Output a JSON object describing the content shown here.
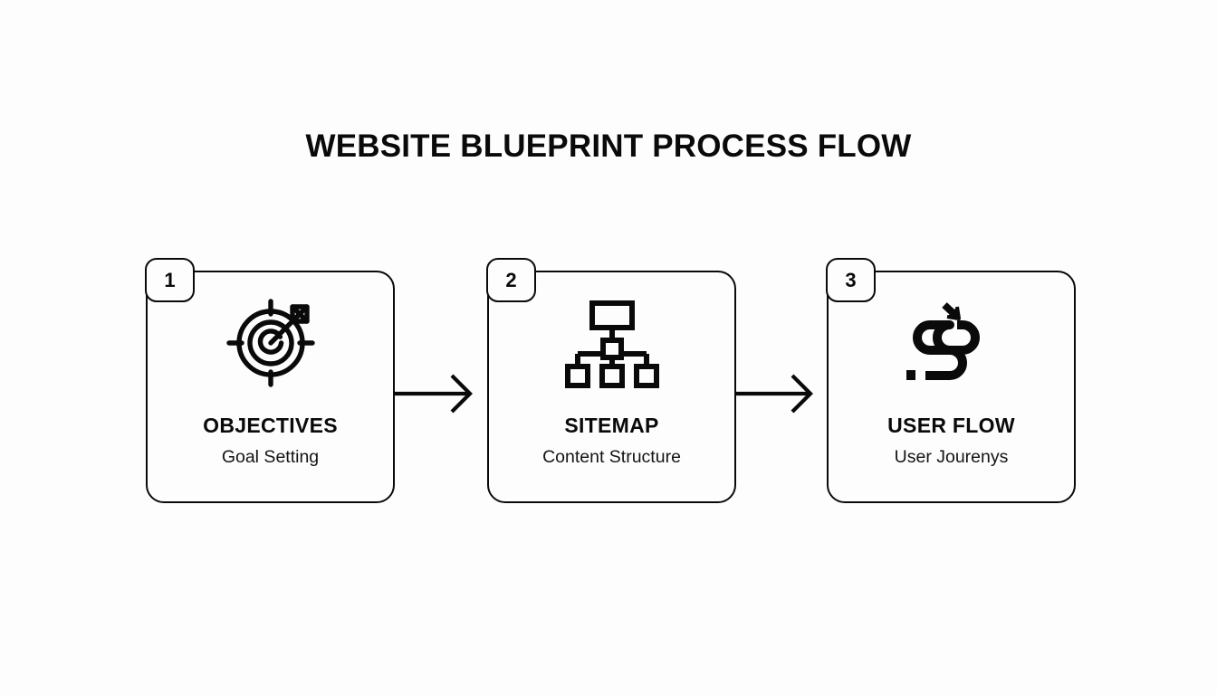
{
  "page": {
    "title": "WEBSITE BLUEPRINT PROCESS FLOW",
    "background_color": "#fdfdfd",
    "ink_color": "#0a0a0a"
  },
  "steps": [
    {
      "number": "1",
      "title": "OBJECTIVES",
      "subtitle": "Goal Setting",
      "icon": "target-arrow-icon"
    },
    {
      "number": "2",
      "title": "SITEMAP",
      "subtitle": "Content Structure",
      "icon": "sitemap-hierarchy-icon"
    },
    {
      "number": "3",
      "title": "USER FLOW",
      "subtitle": "User Jourenys",
      "icon": "winding-path-arrow-icon"
    }
  ],
  "connectors": [
    {
      "name": "arrow-right-icon",
      "from": "1",
      "to": "2"
    },
    {
      "name": "arrow-right-icon",
      "from": "2",
      "to": "3"
    }
  ]
}
